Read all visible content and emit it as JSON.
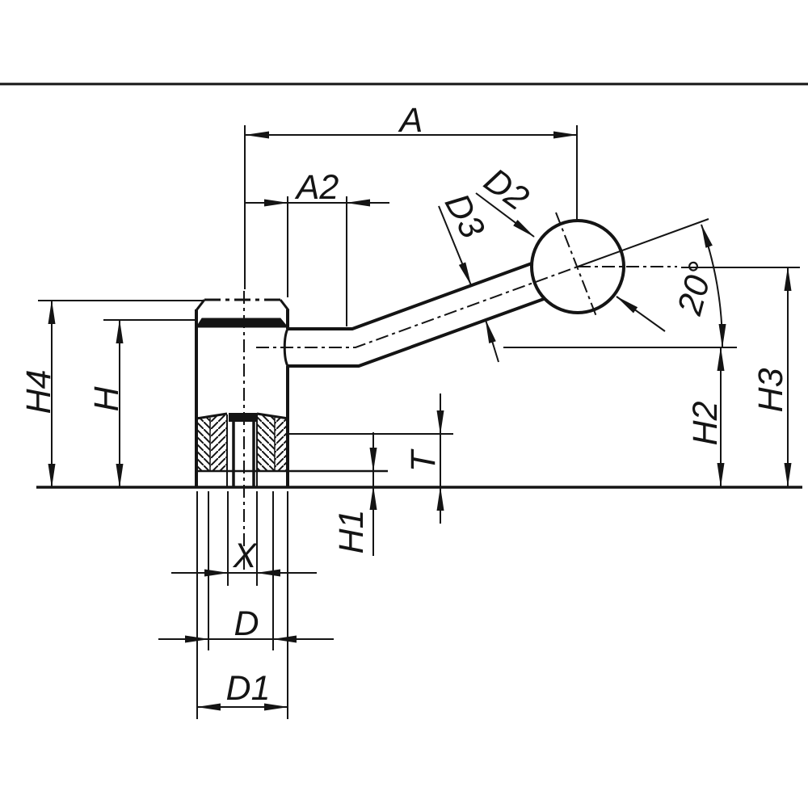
{
  "drawing": {
    "colors": {
      "line": "#141414",
      "background": "#ffffff"
    },
    "labels": {
      "a": "A",
      "a2": "A2",
      "d2": "D2",
      "d3": "D3",
      "angle": "20°",
      "h4": "H4",
      "h": "H",
      "h2": "H2",
      "h3": "H3",
      "t": "T",
      "h1": "H1",
      "x": "X",
      "d": "D",
      "d1": "D1"
    }
  }
}
